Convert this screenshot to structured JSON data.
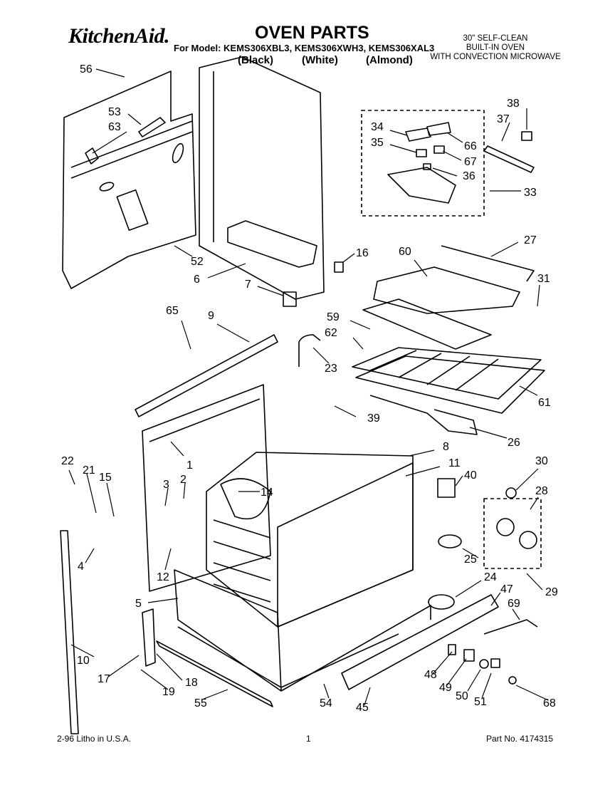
{
  "header": {
    "brand": "KitchenAid.",
    "title": "OVEN PARTS",
    "model_line": "For Model: KEMS306XBL3, KEMS306XWH3, KEMS306XAL3",
    "colors": [
      "(Black)",
      "(White)",
      "(Almond)"
    ],
    "description": [
      "30\" SELF-CLEAN",
      "BUILT-IN OVEN",
      "WITH CONVECTION MICROWAVE"
    ]
  },
  "callouts": [
    "56",
    "53",
    "63",
    "52",
    "6",
    "7",
    "16",
    "34",
    "35",
    "66",
    "67",
    "36",
    "38",
    "37",
    "33",
    "60",
    "27",
    "31",
    "65",
    "9",
    "23",
    "59",
    "62",
    "39",
    "61",
    "26",
    "1",
    "8",
    "11",
    "40",
    "30",
    "22",
    "21",
    "15",
    "3",
    "2",
    "14",
    "28",
    "4",
    "12",
    "5",
    "25",
    "24",
    "29",
    "47",
    "69",
    "10",
    "17",
    "19",
    "18",
    "55",
    "54",
    "45",
    "48",
    "49",
    "50",
    "51",
    "68"
  ],
  "footer": {
    "left": "2-96  Litho in U.S.A.",
    "center": "1",
    "right": "Part No. 4174315"
  }
}
